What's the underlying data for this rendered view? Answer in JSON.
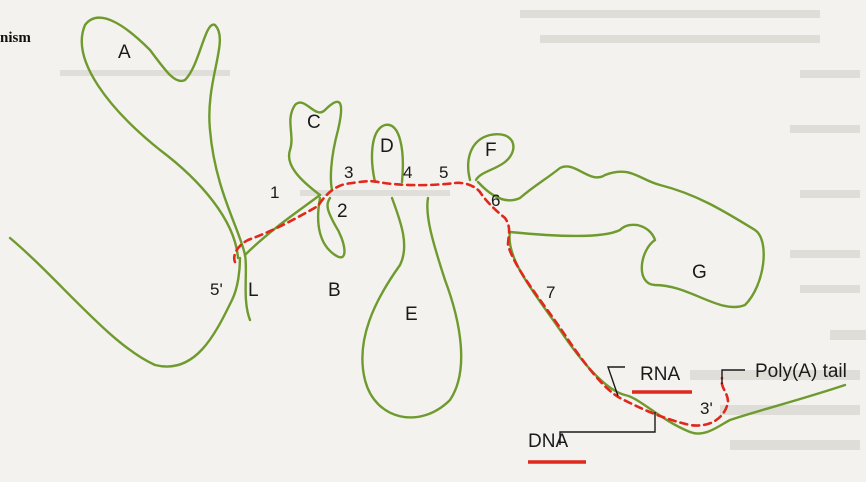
{
  "heading_fragment": "nism",
  "loop_labels": {
    "A": "A",
    "B": "B",
    "C": "C",
    "D": "D",
    "E": "E",
    "F": "F",
    "G": "G",
    "L": "L"
  },
  "junction_labels": [
    "1",
    "2",
    "3",
    "4",
    "5",
    "6",
    "7"
  ],
  "end_labels": {
    "five_prime": "5'",
    "three_prime": "3'"
  },
  "callouts": {
    "rna": "RNA",
    "dna": "DNA",
    "polya": "Poly(A) tail"
  },
  "colors": {
    "dna_strand": "#6f9a2e",
    "rna_strand": "#e0281c",
    "underline": "#e0281c"
  }
}
